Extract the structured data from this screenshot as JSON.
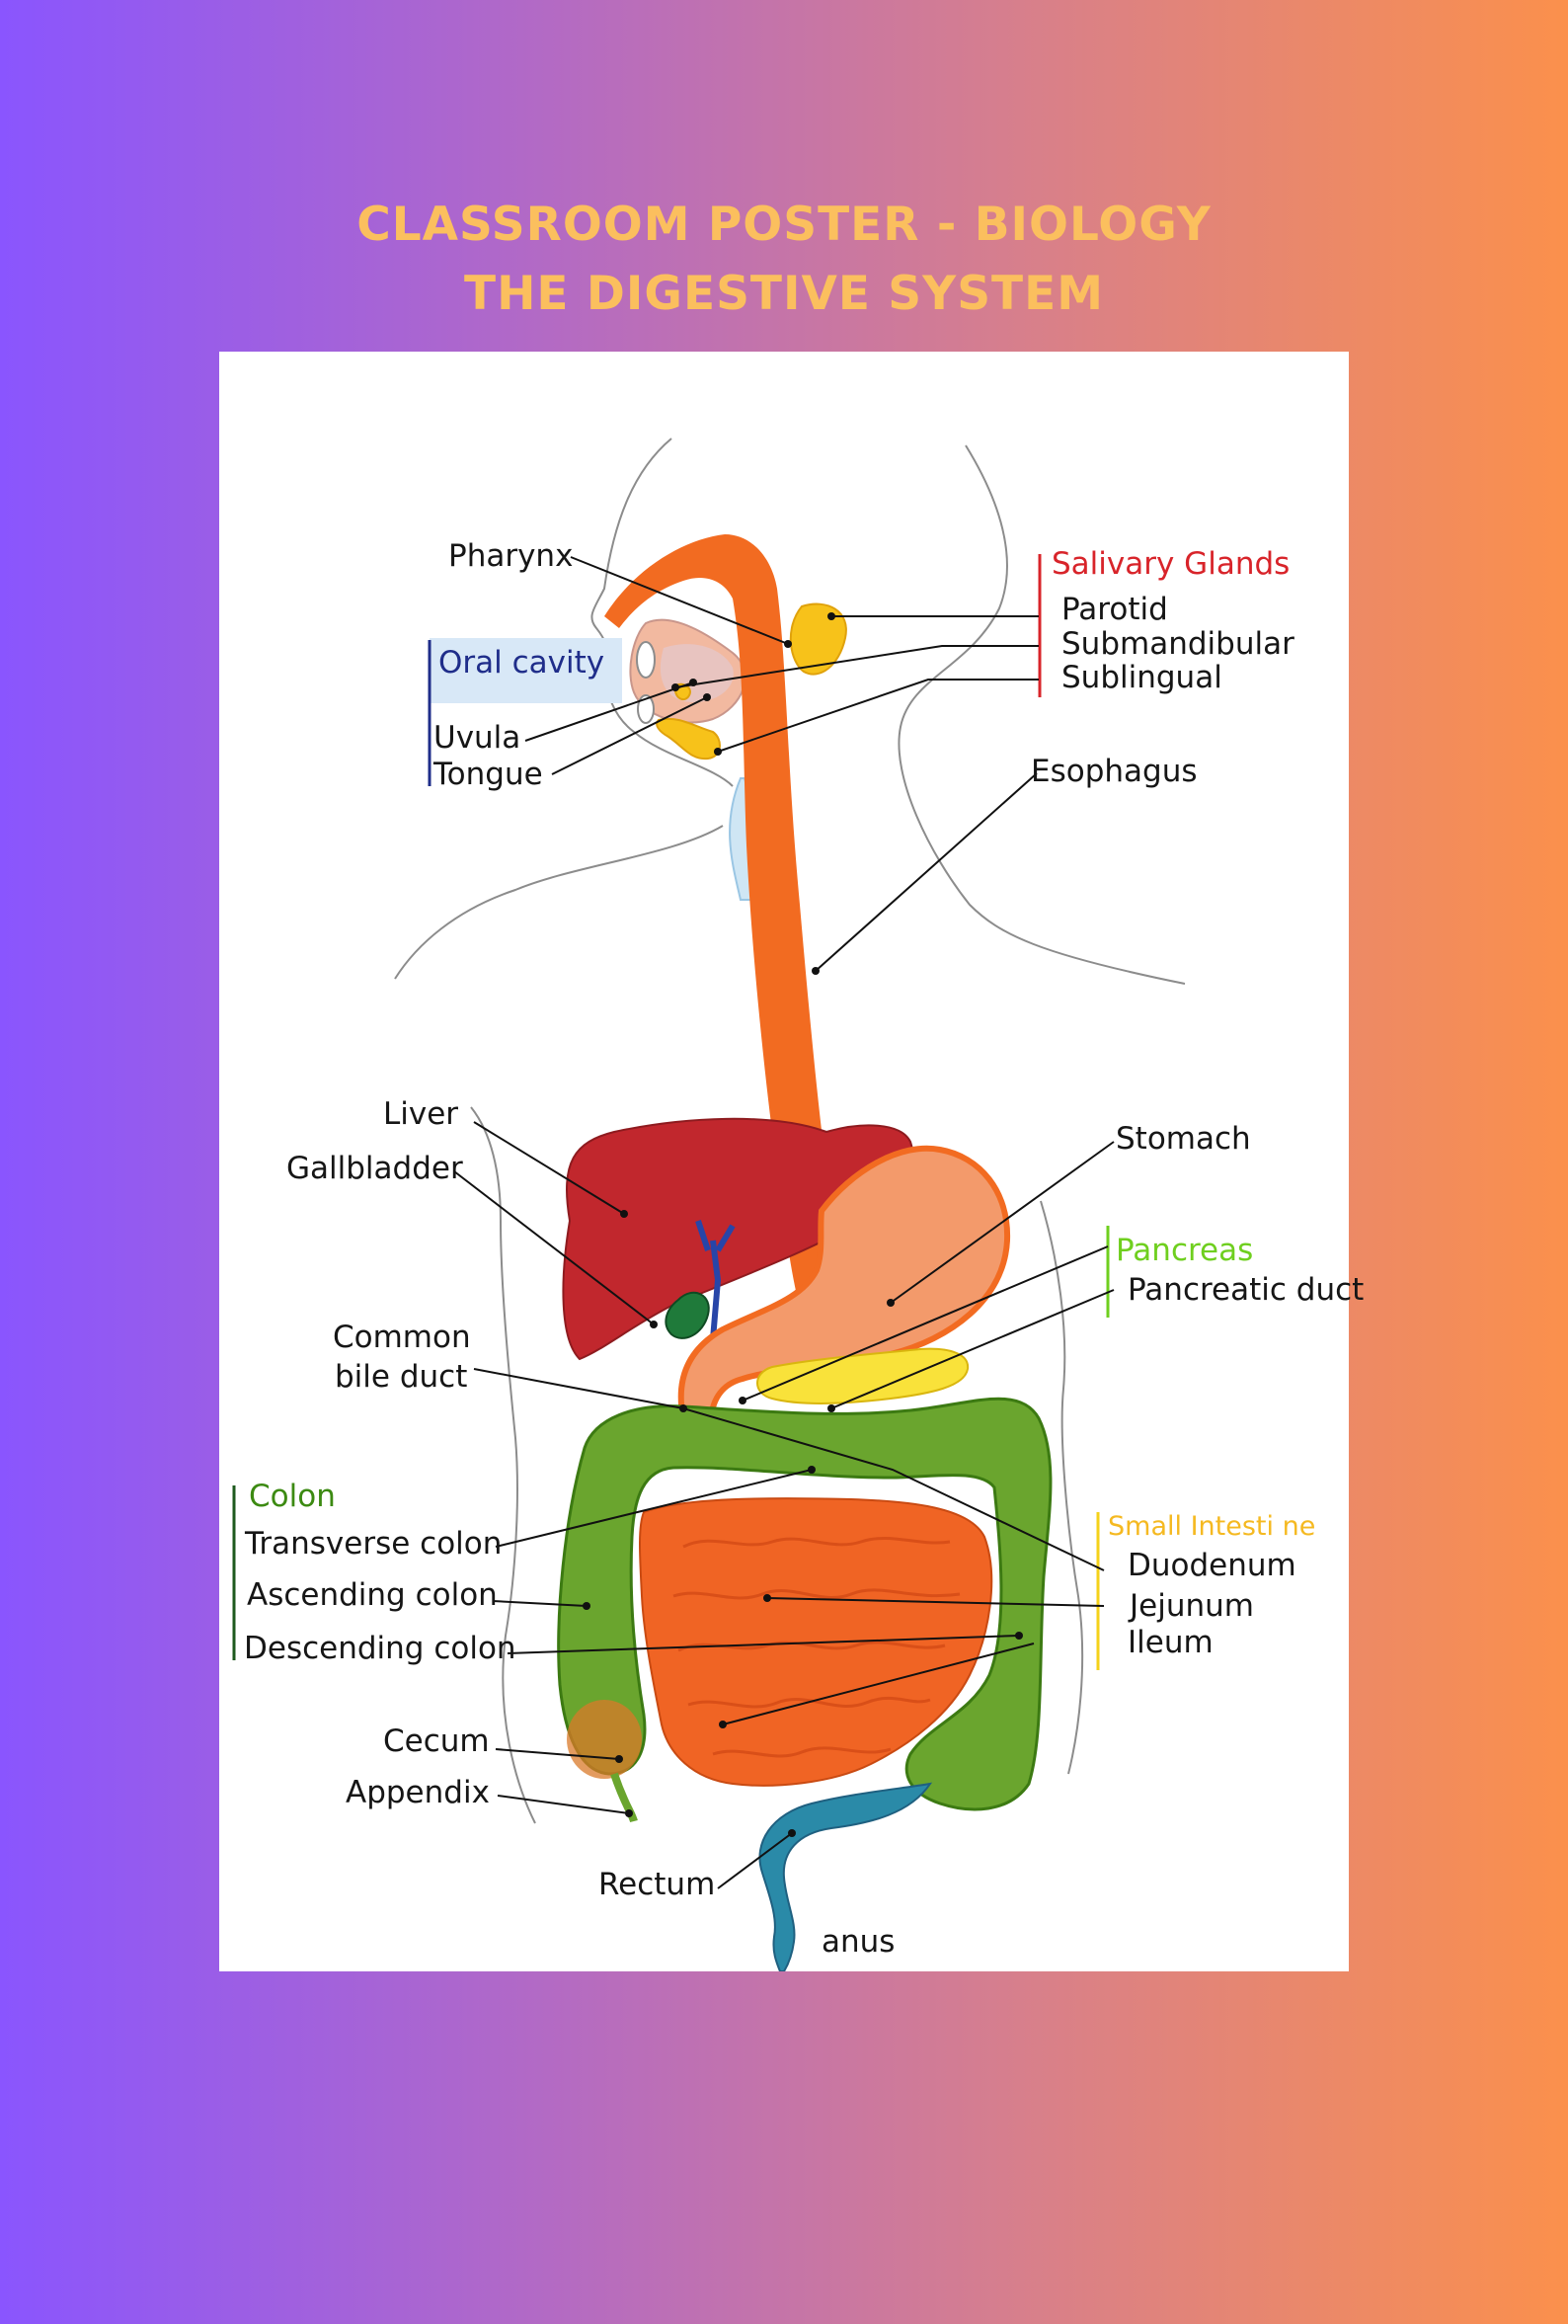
{
  "poster": {
    "title_line1": "CLASSROOM POSTER - BIOLOGY",
    "title_line2": "THE DIGESTIVE SYSTEM"
  },
  "colors": {
    "title": "#fbbf5e",
    "salivary_group": "#d8242a",
    "oral_group": "#1f2d8a",
    "pancreas_group": "#6fcf1f",
    "colon_group": "#3c8a12",
    "small_intestine_group": "#f5b921",
    "liver": "#c1272d",
    "stomach": "#f39a6b",
    "esophagus": "#f26b21",
    "colon": "#6aa52e",
    "small_intestine": "#f06424",
    "rectum": "#1f77b4"
  },
  "groups": {
    "salivary_glands": "Salivary Glands",
    "oral_cavity": "Oral cavity",
    "pancreas": "Pancreas",
    "colon": "Colon",
    "small_intestine": "Small Intesti ne"
  },
  "labels": {
    "pharynx": "Pharynx",
    "parotid": "Parotid",
    "submandibular": "Submandibular",
    "sublingual": "Sublingual",
    "uvula": "Uvula",
    "tongue": "Tongue",
    "esophagus": "Esophagus",
    "liver": "Liver",
    "gallbladder": "Gallbladder",
    "stomach": "Stomach",
    "pancreatic_duct": "Pancreatic duct",
    "common_bile_duct_1": "Common",
    "common_bile_duct_2": "bile duct",
    "transverse_colon": "Transverse colon",
    "ascending_colon": "Ascending colon",
    "descending_colon": "Descending colon",
    "duodenum": "Duodenum",
    "jejunum": "Jejunum",
    "ileum": "Ileum",
    "cecum": "Cecum",
    "appendix": "Appendix",
    "rectum": "Rectum",
    "anus": "anus"
  }
}
